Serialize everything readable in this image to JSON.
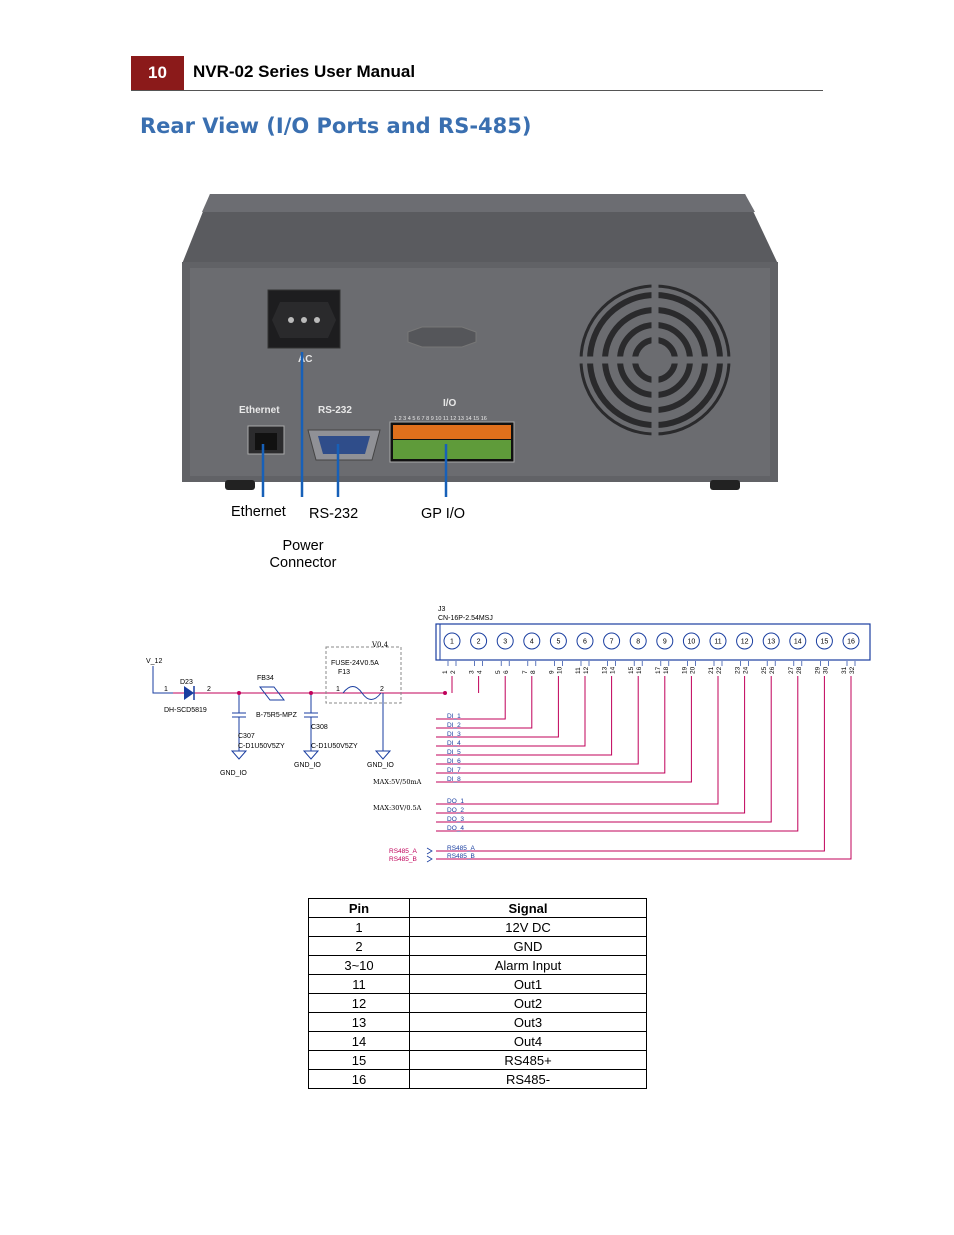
{
  "header": {
    "page_number": "10",
    "doc_title": "NVR-02 Series User Manual",
    "accent_color": "#8b1a1a"
  },
  "section": {
    "title": "Rear View (I/O Ports and RS-485)",
    "title_color": "#3a6fb0"
  },
  "rear_panel": {
    "panel_labels": {
      "ac": "AC",
      "ethernet": "Ethernet",
      "rs232": "RS-232",
      "io": "I/O",
      "pin_numbers": "1 2 3 4 5 6 7 8 9 10 11 12 13 14 15 16"
    },
    "callouts": {
      "ethernet": "Ethernet",
      "rs232": "RS-232",
      "gpio": "GP I/O",
      "power_line1": "Power",
      "power_line2": "Connector"
    }
  },
  "schematic": {
    "connector_ref": "J3",
    "connector_part": "CN-16P-2.54MSJ",
    "connector_pins": [
      "1",
      "2",
      "3",
      "4",
      "5",
      "6",
      "7",
      "8",
      "9",
      "10",
      "11",
      "12",
      "13",
      "14",
      "15",
      "16"
    ],
    "pad_numbers": [
      "1",
      "2",
      "3",
      "4",
      "5",
      "6",
      "7",
      "8",
      "9",
      "10",
      "11",
      "12",
      "13",
      "14",
      "15",
      "16",
      "17",
      "18",
      "19",
      "20",
      "21",
      "22",
      "23",
      "24",
      "25",
      "26",
      "27",
      "28",
      "29",
      "30",
      "31",
      "32"
    ],
    "power_net": "V_12",
    "diode_ref": "D23",
    "diode_part": "DH-SCD5819",
    "diode_pin1": "1",
    "diode_pin2": "2",
    "ferrite_ref": "FB34",
    "ferrite_part": "B-75R5-MPZ",
    "cap1_ref": "C307",
    "cap1_part": "C-D1U50V5ZY",
    "cap2_ref": "C308",
    "cap2_part": "C-D1U50V5ZY",
    "fuse_box": "V0.4",
    "fuse_part": "FUSE-24V0.5A",
    "fuse_ref": "F13",
    "fuse_pin1": "1",
    "fuse_pin2": "2",
    "gnd1": "GND_IO",
    "gnd2": "GND_IO",
    "gnd3": "GND_IO",
    "di_nets": [
      "DI_1",
      "DI_2",
      "DI_3",
      "DI_4",
      "DI_5",
      "DI_6",
      "DI_7",
      "DI_8"
    ],
    "di_max": "MAX:5V/50mA",
    "do_max": "MAX:30V/0.5A",
    "do_nets": [
      "DO_1",
      "DO_2",
      "DO_3",
      "DO_4"
    ],
    "rs485_in": [
      "RS485_A",
      "RS485_B"
    ],
    "rs485_out": [
      "RS485_A",
      "RS485_B"
    ],
    "wire_color": "#c0005a",
    "line_color": "#1a3ea0"
  },
  "pin_table": {
    "headers": [
      "Pin",
      "Signal"
    ],
    "rows": [
      [
        "1",
        "12V DC"
      ],
      [
        "2",
        "GND"
      ],
      [
        "3~10",
        "Alarm Input"
      ],
      [
        "11",
        "Out1"
      ],
      [
        "12",
        "Out2"
      ],
      [
        "13",
        "Out3"
      ],
      [
        "14",
        "Out4"
      ],
      [
        "15",
        "RS485+"
      ],
      [
        "16",
        "RS485-"
      ]
    ]
  }
}
